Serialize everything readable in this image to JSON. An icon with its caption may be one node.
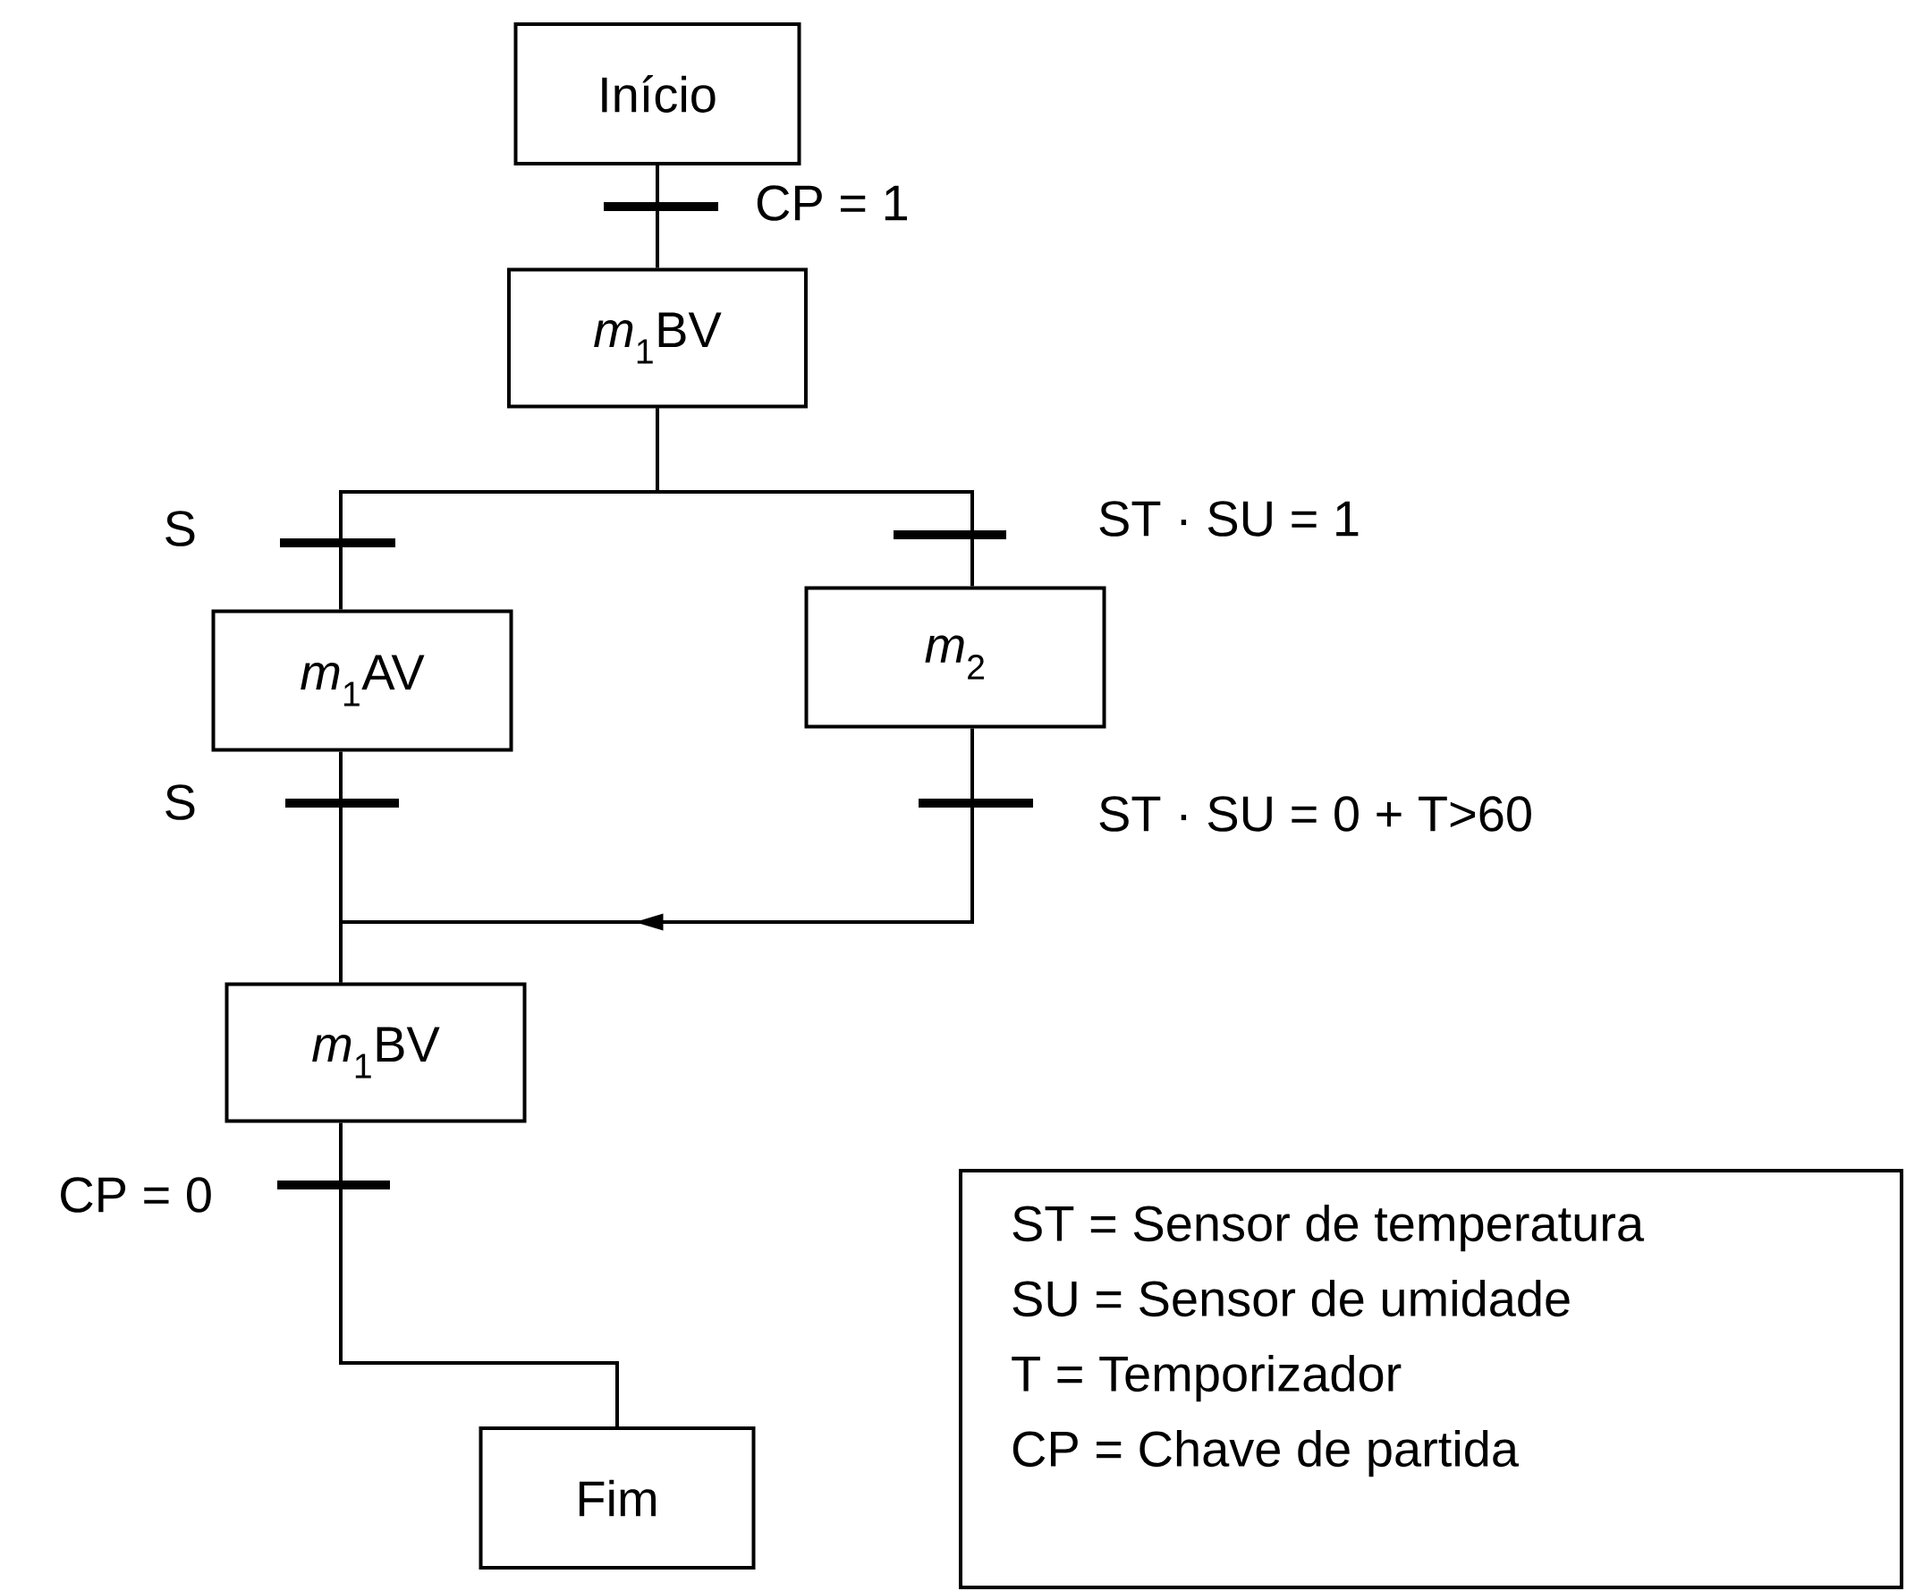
{
  "diagram": {
    "nodes": [
      {
        "text": [
          "Início"
        ]
      },
      {
        "text": [
          "*m*$_{1}$BV"
        ]
      },
      {
        "text": [
          "*m*$_{1}$AV"
        ]
      },
      {
        "text": [
          "*m*$_{2}$"
        ]
      },
      {
        "text": [
          "*m*$_{1}$BV"
        ]
      },
      {
        "text": [
          "Fim"
        ]
      },
      {
        "text": [
          "ST = Sensor de temperatura",
          "SU = Sensor de umidade",
          "T = Temporizador",
          "CP = Chave de partida"
        ]
      }
    ],
    "edges": [
      {
        "from": 0,
        "to": 1,
        "arrow": "none",
        "label": "CP = 1"
      },
      {
        "from": 1,
        "to": 2,
        "arrow": "none",
        "label": "S"
      },
      {
        "from": 1,
        "to": 3,
        "arrow": "none",
        "label": "ST · SU = 1"
      },
      {
        "from": 2,
        "to": 4,
        "arrow": "none",
        "label": "S"
      },
      {
        "from": 3,
        "to": 4,
        "arrow": "to",
        "label": "ST · SU = 0 + T>60"
      },
      {
        "from": 4,
        "to": 5,
        "arrow": "none",
        "label": "CP = 0"
      }
    ]
  }
}
